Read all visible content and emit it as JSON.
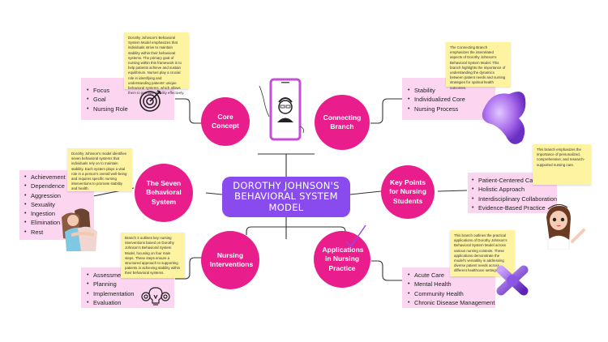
{
  "center": {
    "title": "DOROTHY JOHNSON'S BEHAVIORAL SYSTEM MODEL"
  },
  "colors": {
    "node": "#e91e8c",
    "center": "#8a4bee",
    "detail_box": "#fcd6f0",
    "note": "#fdf3a1",
    "connector": "#333333"
  },
  "branches": {
    "core_concept": {
      "label": "Core Concept",
      "items": [
        "Focus",
        "Goal",
        "Nursing Role"
      ],
      "note": "Dorothy Johnson's Behavioral System Model emphasizes that individuals strive to maintain stability within their behavioral systems. The primary goal of nursing within this framework is to help patients achieve and sustain equilibrium. Nurses play a crucial role in identifying and understanding patients' unique behavioral systems, which allows them to promote stability effectively.",
      "icon": "target-icon"
    },
    "connecting_branch": {
      "label": "Connecting Branch",
      "items": [
        "Stability",
        "Individualized Core",
        "Nursing Process"
      ],
      "note": "The Connecting Branch emphasizes the interrelated aspects of Dorothy Johnson's Behavioral System Model. This branch highlights the importance of understanding the dynamics between patient needs and nursing strategies for optimal health outcomes.",
      "icon": "purple-blob-shape"
    },
    "seven_systems": {
      "label": "The Seven Behavioral System",
      "items": [
        "Achievement",
        "Dependence",
        "Aggression",
        "Sexuality",
        "Ingestion",
        "Elimination",
        "Rest"
      ],
      "note": "Dorothy Johnson's model identifies seven behavioral systems that individuals rely on to maintain stability. Each system plays a vital role in a person's overall well-being and requires specific nursing interventions to promote stability and health.",
      "icon": "hugging-people-illustration"
    },
    "key_points": {
      "label": "Key Points for Nursing Students",
      "items": [
        "Patient-Centered Care",
        "Holistic Approach",
        "Interdisciplinary Collaboration",
        "Evidence-Based Practice"
      ],
      "note": "This branch emphasizes the importance of personalized, comprehensive, and research-supported nursing care.",
      "icon": "nurse-illustration"
    },
    "nursing_interventions": {
      "label": "Nursing Interventions",
      "items": [
        "Assessment",
        "Planning",
        "Implementation",
        "Evaluation"
      ],
      "note": "Branch 3 outlines key nursing interventions based on Dorothy Johnson's Behavioral System Model, focusing on four main steps. These steps ensure a structured approach to supporting patients in achieving stability within their behavioral systems.",
      "icon": "lightbulb-gears-icon"
    },
    "applications": {
      "label": "Applications in Nursing Practice",
      "items": [
        "Acute Care",
        "Mental Health",
        "Community Health",
        "Chronic Disease Management"
      ],
      "note": "This branch outlines the practical applications of Dorothy Johnson's Behavioral System Model across various nursing contexts. These applications demonstrate the model's versatility in addressing diverse patient needs across different healthcare settings.",
      "icon": "purple-cross-shape"
    }
  },
  "illustration": {
    "phone_portrait": "phone-portrait-icon"
  }
}
